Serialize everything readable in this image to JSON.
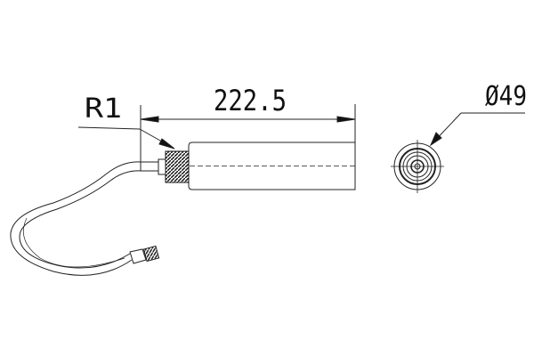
{
  "drawing": {
    "length_dimension": "222.5",
    "thread_label": "R1",
    "diameter_dimension": "Ø49"
  },
  "colors": {
    "line": "#222222",
    "background": "#ffffff"
  }
}
